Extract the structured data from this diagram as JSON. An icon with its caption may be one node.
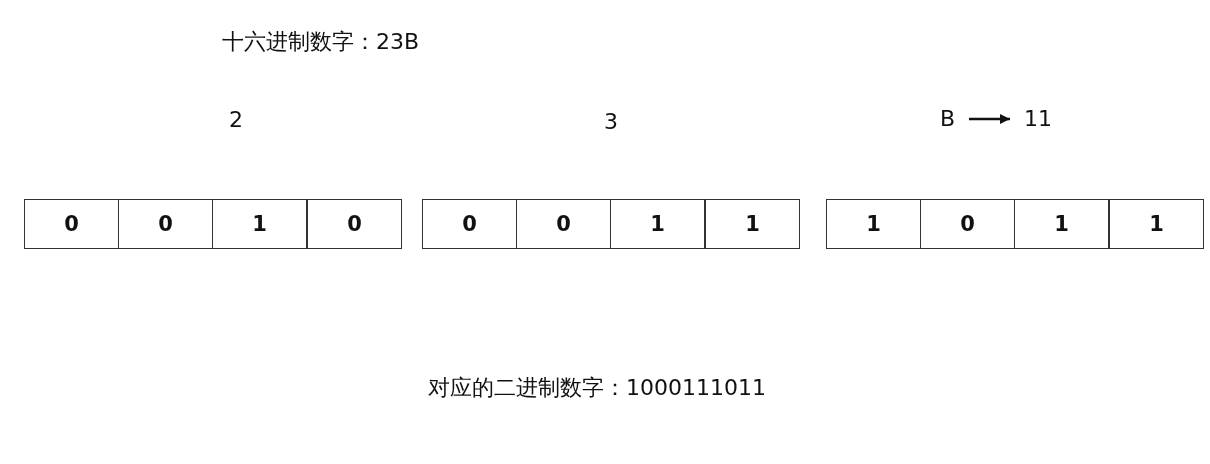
{
  "diagram": {
    "title": "十六进制数字：23B",
    "caption": "对应的二进制数字：1000111011",
    "nodes": [
      {
        "text": [
          "B"
        ]
      },
      {
        "text": [
          "11"
        ]
      },
      {
        "text": [
          "0"
        ]
      },
      {
        "text": [
          "0"
        ]
      },
      {
        "text": [
          "1"
        ]
      },
      {
        "text": [
          "0"
        ]
      },
      {
        "text": [
          "0"
        ]
      },
      {
        "text": [
          "0"
        ]
      },
      {
        "text": [
          "1"
        ]
      },
      {
        "text": [
          "1"
        ]
      },
      {
        "text": [
          "1"
        ]
      },
      {
        "text": [
          "0"
        ]
      },
      {
        "text": [
          "1"
        ]
      },
      {
        "text": [
          "1"
        ]
      }
    ],
    "edges": [
      {
        "from": 0,
        "to": 1,
        "arrow": "to"
      }
    ],
    "labels": [
      "2",
      "3"
    ]
  }
}
